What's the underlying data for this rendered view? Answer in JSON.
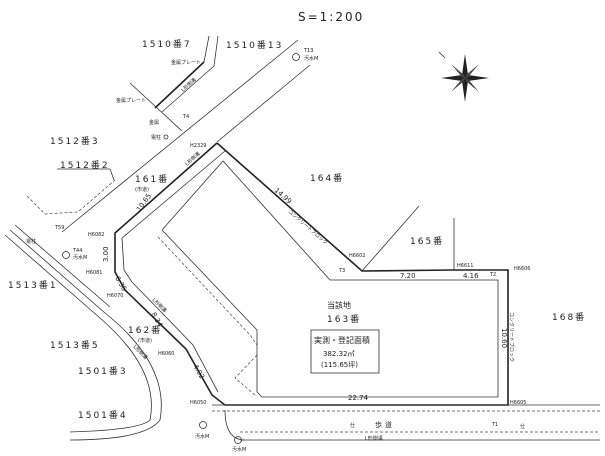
{
  "scale": "S=1:200",
  "parcels": {
    "p1510_7": "1510番7",
    "p1510_13": "1510番13",
    "p1512_3": "1512番3",
    "p1512_2": "1512番2",
    "p161": "161番",
    "p161_note": "(市道)",
    "p164": "164番",
    "p165": "165番",
    "p168": "168番",
    "p1513_1": "1513番1",
    "p1513_5": "1513番5",
    "p1501_3": "1501番3",
    "p1501_4": "1501番4",
    "p162": "162番",
    "p162_note": "(市道)"
  },
  "subject": {
    "label": "当該地",
    "lot": "163番",
    "area_title": "実測・登記面積",
    "area_m2": "382.32㎡",
    "area_tsubo": "(115.65坪)"
  },
  "dimensions": {
    "d1499": "14.99",
    "d1065": "10.65",
    "d720": "7.20",
    "d416": "4.16",
    "d1060": "10.60",
    "d2274": "22.74",
    "d300": "3.00",
    "d636": "6.36",
    "d834": "8.34",
    "d402": "4.02"
  },
  "points": {
    "h2329": "H2329",
    "h6602": "H6602",
    "h6611": "H6611",
    "h6606": "H6606",
    "h6605": "H6605",
    "h6082": "H6082",
    "h6081": "H6081",
    "h6070": "H6070",
    "h6060": "H6060",
    "h6050": "H6050",
    "t4": "T4",
    "t3": "T3",
    "t2": "T2",
    "t1": "T1",
    "t59": "T59",
    "t13": "T13",
    "t44": "T44"
  },
  "annotations": {
    "plate1": "金属プレート",
    "plate2": "金属プレート",
    "metal": "金属",
    "pole1": "電柱",
    "pole2": "電柱",
    "sewer1": "汚水M",
    "sewer2": "汚水M",
    "sewer3": "汚水M",
    "sewer4": "汚水M",
    "block1": "コンクリートブロック",
    "block2": "コンクリートブロック",
    "sidewalk": "歩道",
    "shi1": "仕",
    "shi2": "仕",
    "gutter1": "L形側溝",
    "gutter2": "L形側溝",
    "gutter3": "L形側溝",
    "gutter4": "L形側溝",
    "gutter5": "L形側溝"
  }
}
